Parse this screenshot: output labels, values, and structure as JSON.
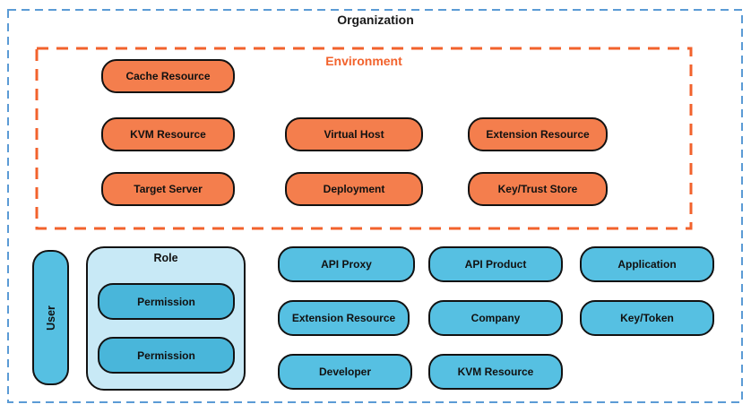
{
  "diagram": {
    "organization_label": "Organization",
    "environment_label": "Environment",
    "colors": {
      "organization_border": "#5b9bd5",
      "environment_border": "#f2622c",
      "environment_node_fill": "#f47e4d",
      "organization_node_fill": "#56c0e2",
      "role_container_fill": "#c8e9f6",
      "permission_node_fill": "#49b6da",
      "node_border": "#121212",
      "title_text": "#1a1a1a"
    },
    "environment_nodes": [
      {
        "label": "Cache Resource"
      },
      {
        "label": "KVM Resource"
      },
      {
        "label": "Virtual Host"
      },
      {
        "label": "Extension Resource"
      },
      {
        "label": "Target Server"
      },
      {
        "label": "Deployment"
      },
      {
        "label": "Key/Trust Store"
      }
    ],
    "user_label": "User",
    "role": {
      "label": "Role",
      "permissions": [
        "Permission",
        "Permission"
      ]
    },
    "organization_nodes": [
      {
        "label": "API Proxy"
      },
      {
        "label": "API Product"
      },
      {
        "label": "Application"
      },
      {
        "label": "Extension Resource"
      },
      {
        "label": "Company"
      },
      {
        "label": "Key/Token"
      },
      {
        "label": "Developer"
      },
      {
        "label": "KVM Resource"
      }
    ]
  }
}
